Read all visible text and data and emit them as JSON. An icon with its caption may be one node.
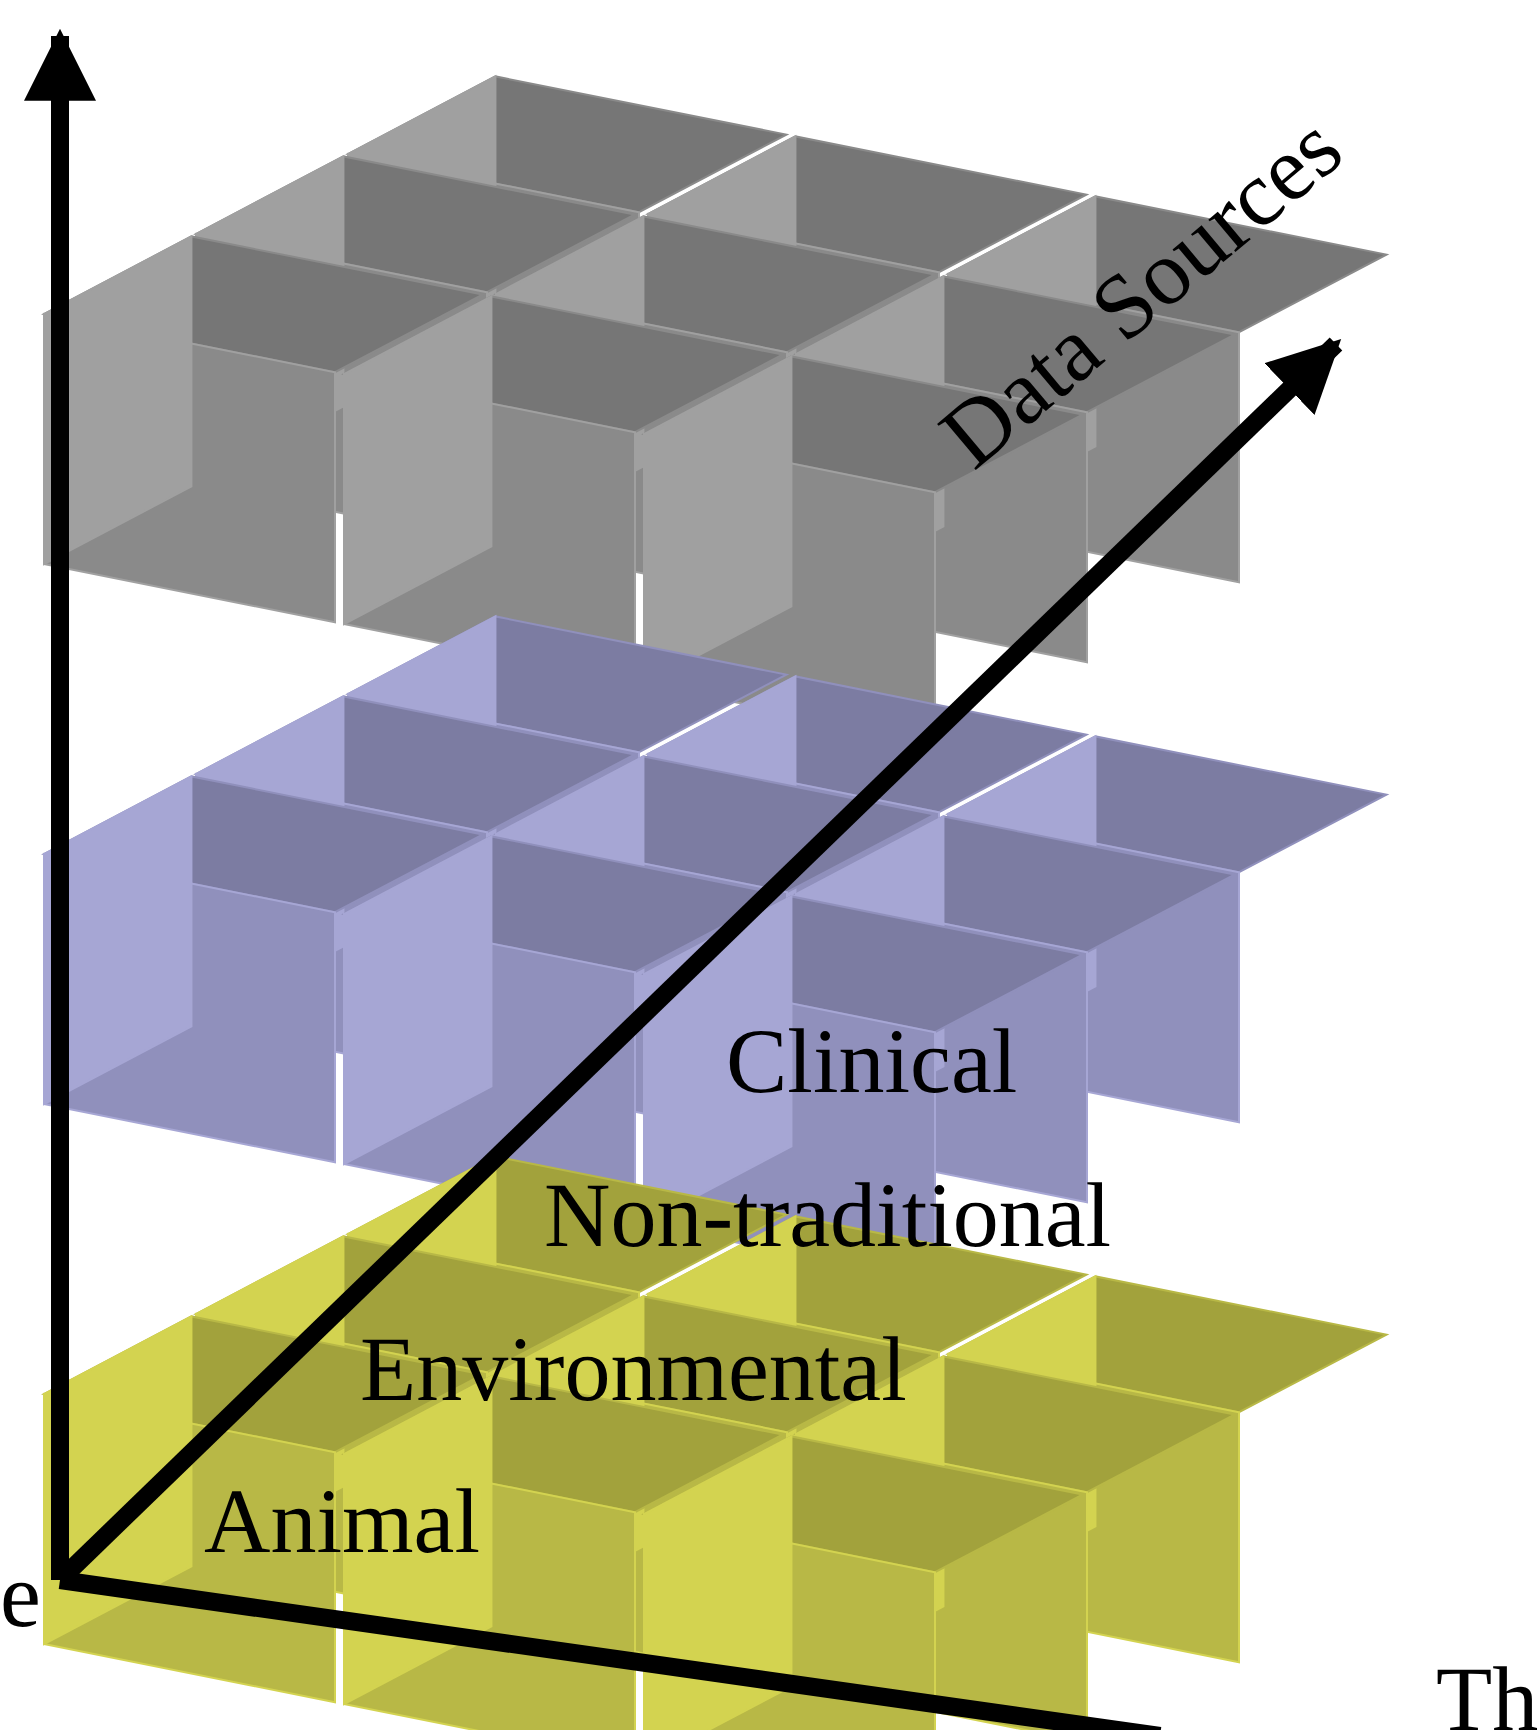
{
  "diagram": {
    "labels": [
      "Data Sources",
      "Clinical",
      "Non-traditional",
      "Environmental",
      "Animal",
      "e",
      "Th"
    ]
  }
}
